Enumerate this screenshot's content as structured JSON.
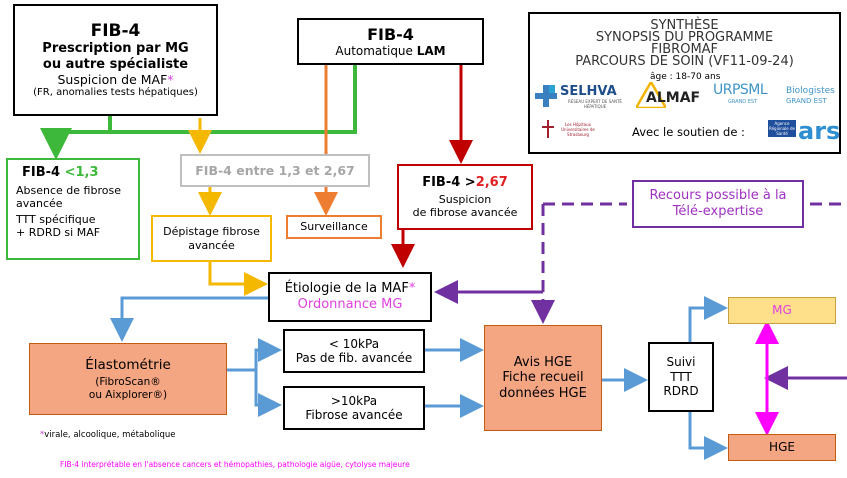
{
  "colors": {
    "green": "#3db83a",
    "yellow": "#f5b800",
    "orange": "#ed7d31",
    "darkred": "#c00000",
    "blue": "#5b9bd5",
    "purple": "#7030a0",
    "magenta": "#ff00ff",
    "salmon": "#f4a582",
    "pink": "#f4b0a0",
    "lightyellow": "#ffe08a"
  },
  "box_prescription": {
    "title": "FIB-4",
    "line1": "Prescription par MG",
    "line2": "ou autre spécialiste",
    "line3": "Suspicion de MAF",
    "star": "*",
    "line4": "(FR, anomalies tests hépatiques)"
  },
  "box_auto": {
    "title": "FIB-4",
    "line1": "Automatique ",
    "line1_bold": "LAM"
  },
  "synthese": {
    "line1": "SYNTHÈSE",
    "line2": "SYNOPSIS DU PROGRAMME",
    "line3": "FIBROMAF",
    "line4": "PARCOURS DE SOIN (VF11-09-24)",
    "age": "âge : 18-70 ans",
    "logo1": "SELHVA",
    "logo1_sub": "RÉSEAU EXPERT DE SANTÉ HÉPATIQUE",
    "logo2": "ALMAF",
    "logo3": "URPSML",
    "logo3_sub": "GRAND EST",
    "logo4": "Biologistes",
    "logo4_sub": "GRAND EST",
    "logo5": "Les Hôpitaux Universitaires de Strasbourg",
    "soutien": "Avec le soutien de :",
    "logo6": "ars",
    "logo6_sub": "Agence Régionale de Santé"
  },
  "box_low": {
    "title": "FIB-4 ",
    "value": "<1,3",
    "l1": "Absence de fibrose",
    "l2": "avancée",
    "l3": "TTT spécifique",
    "l4": "+ RDRD si MAF"
  },
  "box_mid": {
    "label": "FIB-4 entre 1,3 et 2,67"
  },
  "box_high": {
    "title": "FIB-4 >",
    "value": "2,67",
    "l1": "Suspicion",
    "l2": "de fibrose avancée"
  },
  "box_depistage": {
    "l1": "Dépistage fibrose",
    "l2": "avancée"
  },
  "box_surveillance": {
    "label": "Surveillance"
  },
  "box_tele": {
    "l1": "Recours possible à la",
    "l2": "Télé-expertise"
  },
  "box_etiologie": {
    "l1": "Étiologie de la MAF",
    "star": "*",
    "l2": "Ordonnance MG"
  },
  "box_elasto": {
    "title": "Élastométrie",
    "l1": "(FibroScan®",
    "l2": "ou Aixplorer®)"
  },
  "box_lt10": {
    "l1": "< 10kPa",
    "l2": "Pas de fib. avancée"
  },
  "box_gt10": {
    "l1": ">10kPa",
    "l2": "Fibrose avancée"
  },
  "box_avis": {
    "l1": "Avis HGE",
    "l2": "Fiche recueil",
    "l3": "données HGE"
  },
  "box_suivi": {
    "l1": "Suivi",
    "l2": "TTT",
    "l3": "RDRD"
  },
  "box_mg": {
    "label": "MG"
  },
  "box_hge": {
    "label": "HGE"
  },
  "footnote1": {
    "star": "*",
    "text": "virale, alcoolique, métabolique"
  },
  "footnote2": {
    "text": "FIB-4 interprétable en l'absence cancers et hémopathies, pathologie aigüe, cytolyse majeure"
  }
}
